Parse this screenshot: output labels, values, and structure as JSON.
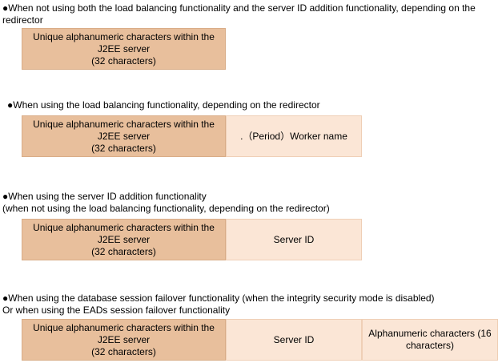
{
  "sections": [
    {
      "heading": [
        "●When not using both the load balancing functionality and the server ID addition functionality, depending on the",
        "redirector"
      ],
      "boxes": [
        {
          "lines": [
            "Unique alphanumeric characters within the",
            "J2EE server",
            "(32 characters)"
          ]
        }
      ]
    },
    {
      "heading": [
        "●When using the load balancing functionality, depending on the redirector"
      ],
      "boxes": [
        {
          "lines": [
            "Unique alphanumeric characters within the",
            "J2EE server",
            "(32 characters)"
          ]
        },
        {
          "lines": [
            ".（Period）Worker name"
          ]
        }
      ]
    },
    {
      "heading": [
        "●When using the server ID addition functionality",
        "(when not using the load balancing functionality, depending on the redirector)"
      ],
      "boxes": [
        {
          "lines": [
            "Unique alphanumeric characters within the",
            "J2EE server",
            "(32 characters)"
          ]
        },
        {
          "lines": [
            "Server ID"
          ]
        }
      ]
    },
    {
      "heading": [
        "●When using the database session failover functionality (when the integrity security mode is disabled)",
        "Or when using the EADs session failover functionality"
      ],
      "boxes": [
        {
          "lines": [
            "Unique alphanumeric characters within the",
            "J2EE server",
            "(32 characters)"
          ]
        },
        {
          "lines": [
            "Server ID"
          ]
        },
        {
          "lines": [
            "Alphanumeric characters (16",
            "characters)"
          ]
        }
      ]
    }
  ],
  "colors": {
    "dark_box": "#e8bf9c",
    "light_box": "#fbe6d6"
  }
}
